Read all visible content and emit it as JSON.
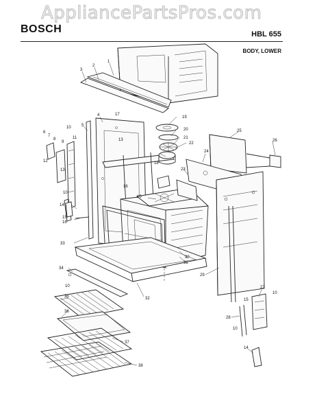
{
  "watermark": "AppliancePartsPros.com",
  "header": {
    "brand": "BOSCH",
    "model": "HBL 655",
    "section": "BODY, LOWER"
  },
  "callouts": [
    "1",
    "2",
    "3",
    "4",
    "5",
    "6",
    "7",
    "8",
    "9",
    "10",
    "11",
    "12",
    "13",
    "14",
    "15",
    "16",
    "17",
    "18",
    "19",
    "20",
    "21",
    "22",
    "23",
    "24",
    "25",
    "26",
    "27",
    "28",
    "29",
    "30",
    "31",
    "32",
    "33",
    "34",
    "35",
    "36",
    "37",
    "38"
  ]
}
